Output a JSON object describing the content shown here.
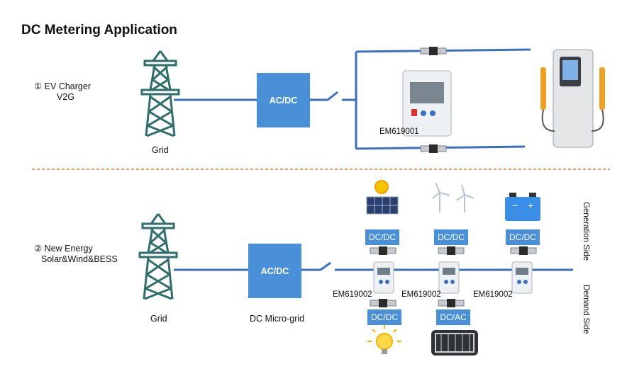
{
  "title": "DC Metering Application",
  "section1": {
    "label_line1": "① EV Charger",
    "label_line2": "V2G",
    "grid_label": "Grid",
    "converter": "AC/DC",
    "meter_label": "EM619001"
  },
  "section2": {
    "label_line1": "② New Energy",
    "label_line2": "Solar&Wind&BESS",
    "grid_label": "Grid",
    "converter": "AC/DC",
    "micro_grid_label": "DC Micro-grid",
    "generation_side": "Generation Side",
    "demand_side": "Demand Side",
    "dcdc_top_1": "DC/DC",
    "dcdc_top_2": "DC/DC",
    "dcdc_top_3": "DC/DC",
    "meter_1": "EM619002",
    "meter_2": "EM619002",
    "meter_3": "EM619002",
    "dcdc_bottom": "DC/DC",
    "dcac_bottom": "DC/AC"
  },
  "colors": {
    "line": "#3a6fc4",
    "tower": "#2f6e6a",
    "box": "#4a90d9",
    "divider": "#e07b2e"
  }
}
